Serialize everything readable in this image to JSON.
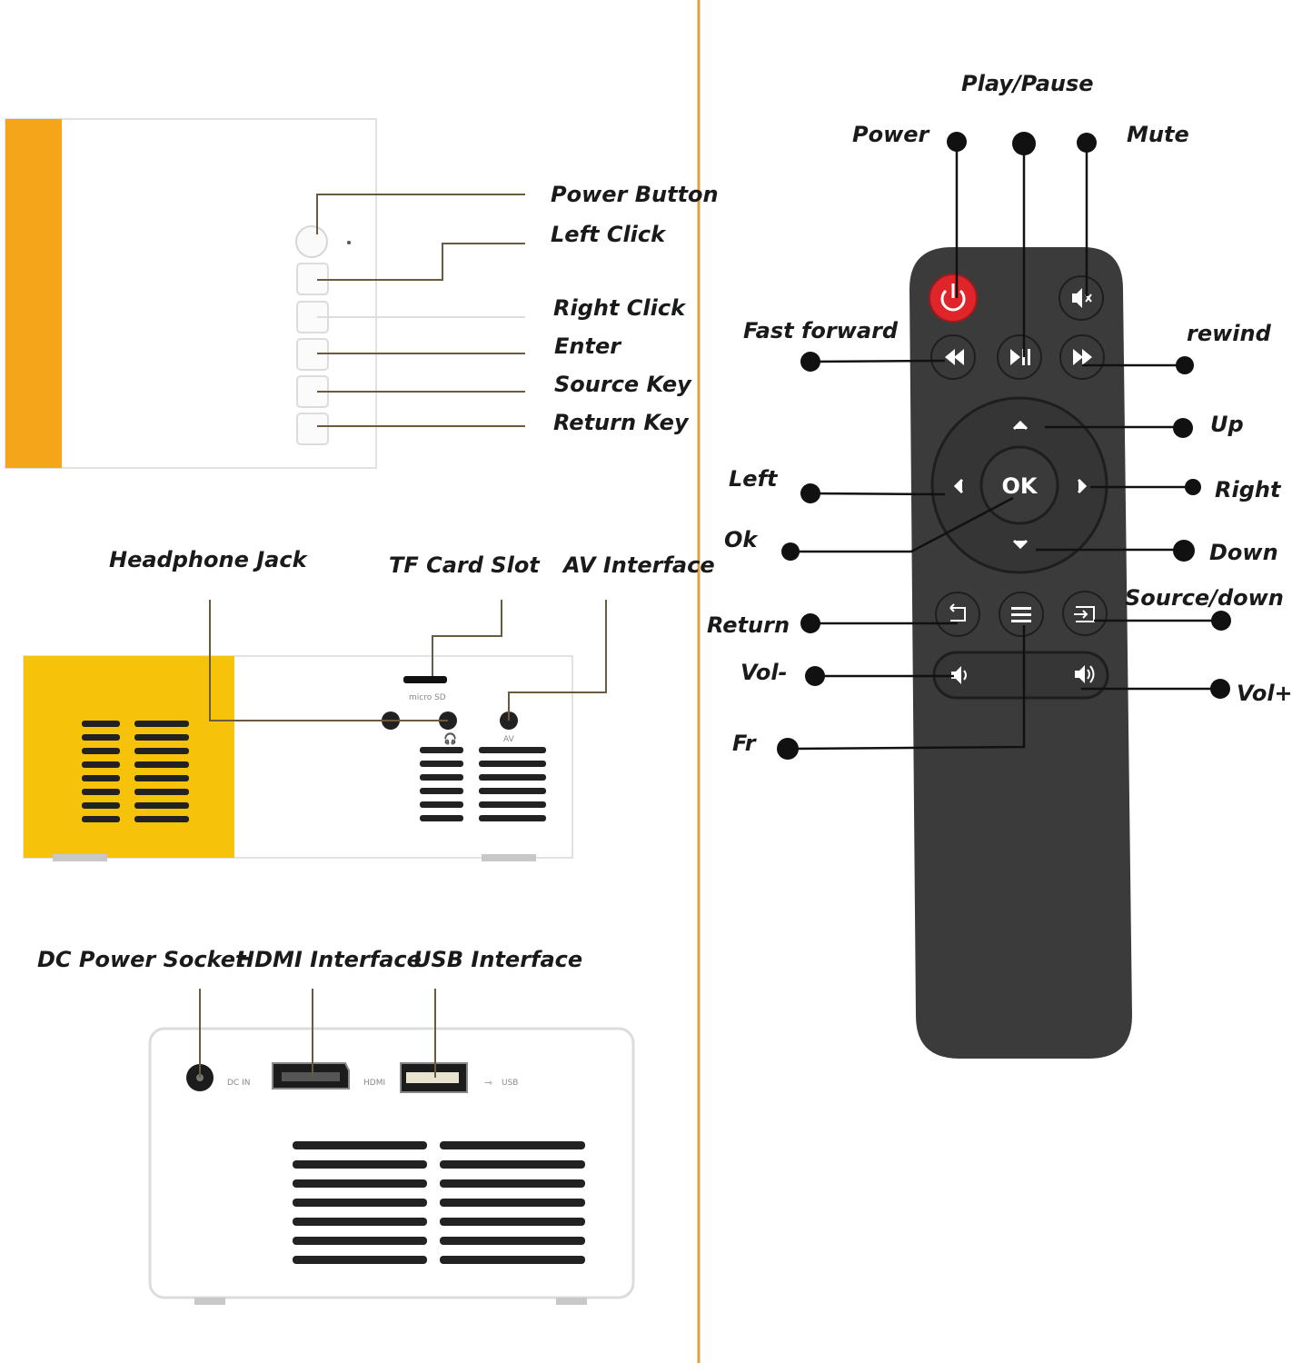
{
  "colors": {
    "accent_orange": "#f5a51a",
    "accent_yellow": "#f7c30a",
    "divider": "#e0a040",
    "remote_body": "#3b3b3b",
    "power_red": "#e0252a"
  },
  "top_view": {
    "labels": [
      "Power Button",
      "Left Click",
      "Right Click",
      "Enter",
      "Source Key",
      "Return Key"
    ]
  },
  "side_view": {
    "headphone_jack": "Headphone Jack",
    "tf_card_slot": "TF Card Slot",
    "av_interface": "AV Interface",
    "port_print_micro_sd": "micro SD",
    "port_print_av": "AV"
  },
  "back_view": {
    "dc_power_socket": "DC Power Socket",
    "hdmi_interface": "HDMI Interface",
    "usb_interface": "USB Interface",
    "port_print_dc": "DC IN",
    "port_print_hdmi": "HDMI",
    "port_print_usb": "USB"
  },
  "remote": {
    "labels": {
      "play_pause": "Play/Pause",
      "power": "Power",
      "mute": "Mute",
      "fast_forward": "Fast forward",
      "rewind": "rewind",
      "up": "Up",
      "left": "Left",
      "right": "Right",
      "ok": "Ok",
      "down": "Down",
      "source_down": "Source/down",
      "return": "Return",
      "vol_minus": "Vol-",
      "vol_plus": "Vol+",
      "fr": "Fr"
    },
    "ok_button_text": "OK",
    "icons": [
      "power-icon",
      "mute-icon",
      "rewind-icon",
      "play-pause-icon",
      "fast-forward-icon",
      "up-arrow-icon",
      "left-arrow-icon",
      "right-arrow-icon",
      "down-arrow-icon",
      "return-icon",
      "menu-icon",
      "source-icon",
      "volume-down-icon",
      "volume-up-icon"
    ]
  }
}
